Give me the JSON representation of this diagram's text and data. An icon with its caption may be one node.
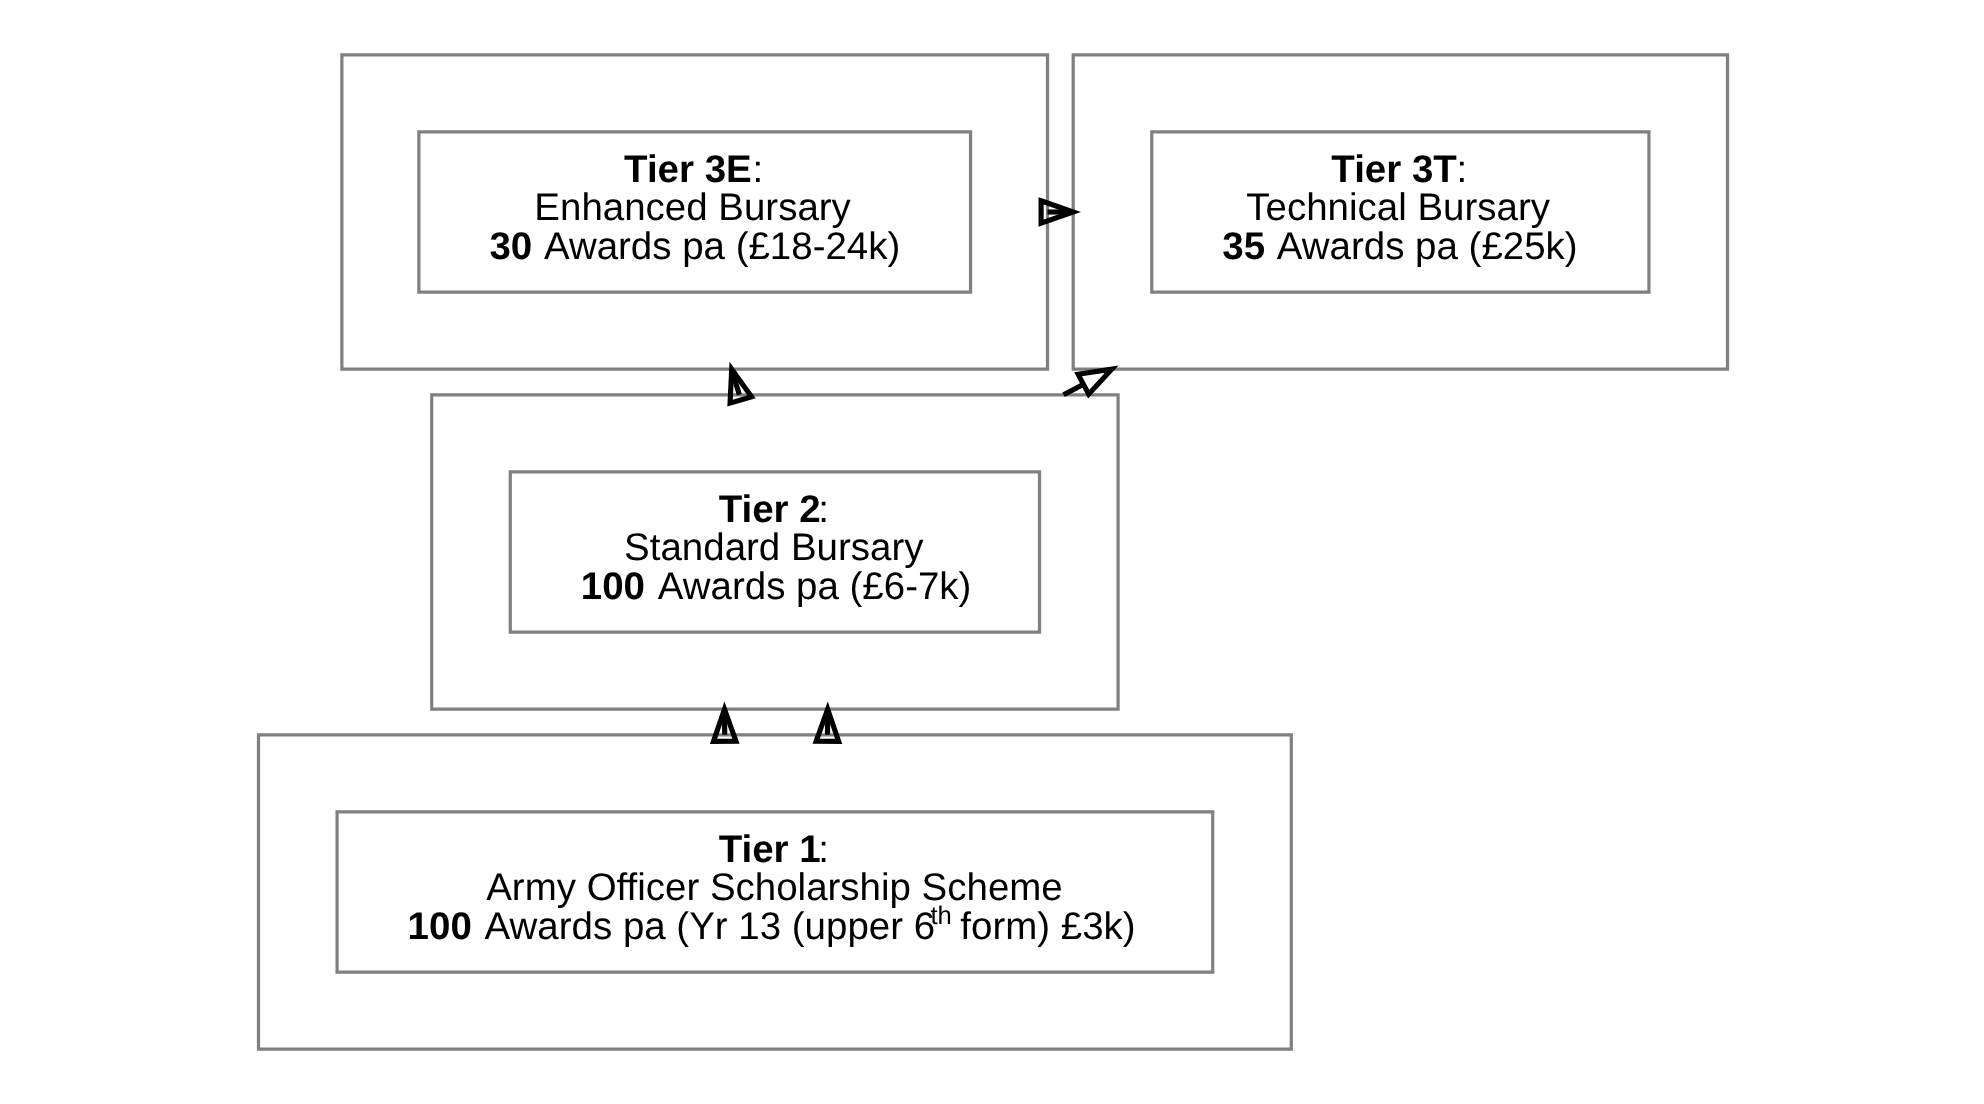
{
  "diagram": {
    "nodes": [
      {
        "text": [],
        "shape": "box"
      },
      {
        "text": [
          "**Tier 3E**:",
          "Enhanced Bursary",
          "**30** Awards pa (£18-24k)"
        ],
        "in": 0
      },
      {
        "text": [],
        "shape": "box"
      },
      {
        "text": [
          "**Tier 3T**:",
          "Technical Bursary",
          "**35** Awards pa (£25k)"
        ],
        "in": 2
      },
      {
        "text": [],
        "shape": "box"
      },
      {
        "text": [
          "**Tier 2**:",
          "Standard Bursary",
          "**100** Awards pa (£6-7k)"
        ],
        "in": 4
      },
      {
        "text": [],
        "shape": "box"
      },
      {
        "text": [
          "**Tier 1**:",
          "Army Officer Scholarship Scheme",
          "**100** Awards pa (Yr 13 (upper 6$^{th}$ form) £3k)"
        ],
        "in": 6
      }
    ],
    "edges": [
      {
        "from": 6,
        "to": 4,
        "arrow": "to"
      },
      {
        "from": 4,
        "to": 0,
        "arrow": "to"
      },
      {
        "from": 0,
        "to": 2,
        "arrow": "to"
      },
      {
        "from": 6,
        "to": 4,
        "arrow": "to"
      },
      {
        "from": 4,
        "to": 2,
        "arrow": "to"
      }
    ]
  }
}
